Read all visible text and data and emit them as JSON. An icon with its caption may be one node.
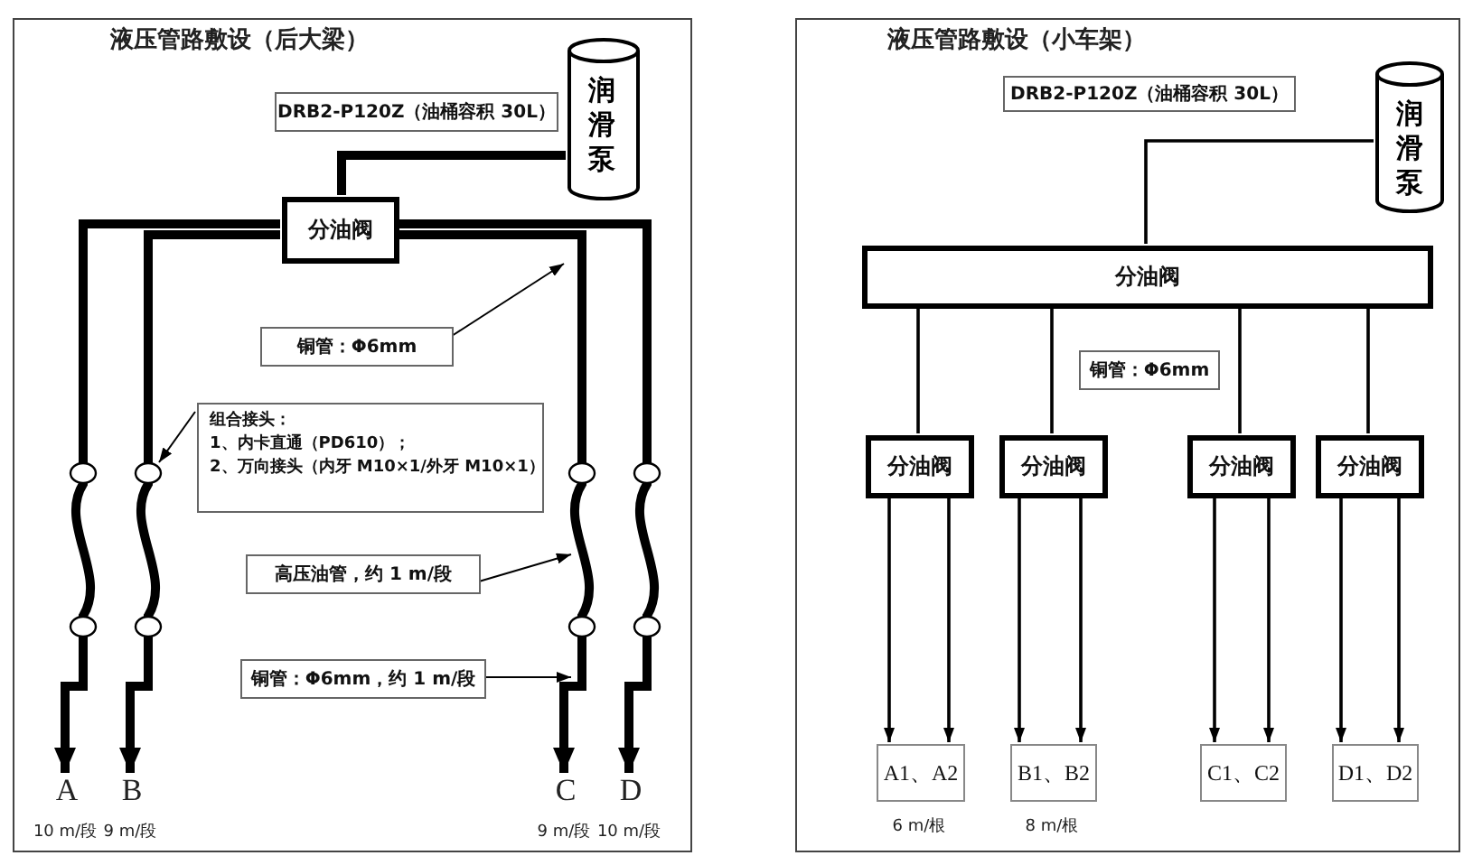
{
  "diagram": {
    "nodes": [
      {
        "text": [
          "液压管路敷设（后大梁）"
        ]
      },
      {
        "text": [
          "DRB2-P120Z（油桶容积 30L）"
        ],
        "in": 0
      },
      {
        "text": [
          "润滑泵"
        ],
        "in": 0
      },
      {
        "text": [
          "分油阀"
        ],
        "in": 0
      },
      {
        "text": [
          "铜管：Φ6mm"
        ],
        "in": 0
      },
      {
        "text": [
          "组合接头：",
          "1、内卡直通（PD610）；",
          "2、万向接头（内牙 M10×1/外牙 M10×1）"
        ],
        "in": 0
      },
      {
        "text": [
          "高压油管，约 1 m/段"
        ],
        "in": 0
      },
      {
        "text": [
          "铜管：Φ6mm，约 1 m/段"
        ],
        "in": 0
      },
      {
        "text": [
          "A"
        ],
        "beside": [
          "10 m/段"
        ],
        "in": 0
      },
      {
        "text": [
          "B"
        ],
        "beside": [
          "9 m/段"
        ],
        "in": 0
      },
      {
        "text": [
          "C"
        ],
        "beside": [
          "9 m/段"
        ],
        "in": 0
      },
      {
        "text": [
          "D"
        ],
        "beside": [
          "10 m/段"
        ],
        "in": 0
      },
      {
        "text": [
          "液压管路敷设（小车架）"
        ]
      },
      {
        "text": [
          "DRB2-P120Z（油桶容积 30L）"
        ],
        "in": 12
      },
      {
        "text": [
          "润滑泵"
        ],
        "in": 12
      },
      {
        "text": [
          "分油阀"
        ],
        "in": 12
      },
      {
        "text": [
          "铜管：Φ6mm"
        ],
        "in": 12
      },
      {
        "text": [
          "分油阀"
        ],
        "in": 12
      },
      {
        "text": [
          "分油阀"
        ],
        "in": 12
      },
      {
        "text": [
          "分油阀"
        ],
        "in": 12
      },
      {
        "text": [
          "分油阀"
        ],
        "in": 12
      },
      {
        "text": [
          "A1、A2"
        ],
        "beside": [
          "6 m/根"
        ],
        "in": 12
      },
      {
        "text": [
          "B1、B2"
        ],
        "beside": [
          "8 m/根"
        ],
        "in": 12
      },
      {
        "text": [
          "C1、C2"
        ],
        "in": 12
      },
      {
        "text": [
          "D1、D2"
        ],
        "in": 12
      }
    ],
    "edges": [
      {
        "from": 2,
        "to": 3,
        "arrow": "none",
        "style": "thick"
      },
      {
        "from": 3,
        "to": 8,
        "arrow": "to",
        "style": "thick"
      },
      {
        "from": 3,
        "to": 9,
        "arrow": "to",
        "style": "thick"
      },
      {
        "from": 3,
        "to": 10,
        "arrow": "to",
        "style": "thick"
      },
      {
        "from": 3,
        "to": 11,
        "arrow": "to",
        "style": "thick"
      },
      {
        "from": 4,
        "to": null,
        "arrow": "to"
      },
      {
        "from": 5,
        "to": null,
        "arrow": "to"
      },
      {
        "from": 6,
        "to": null,
        "arrow": "to"
      },
      {
        "from": 7,
        "to": null,
        "arrow": "to"
      },
      {
        "from": 14,
        "to": 15,
        "arrow": "none"
      },
      {
        "from": 15,
        "to": 17,
        "arrow": "none"
      },
      {
        "from": 15,
        "to": 18,
        "arrow": "none"
      },
      {
        "from": 15,
        "to": 19,
        "arrow": "none"
      },
      {
        "from": 15,
        "to": 20,
        "arrow": "none"
      },
      {
        "from": 17,
        "to": 21,
        "arrow": "to"
      },
      {
        "from": 17,
        "to": 21,
        "arrow": "to"
      },
      {
        "from": 18,
        "to": 22,
        "arrow": "to"
      },
      {
        "from": 18,
        "to": 22,
        "arrow": "to"
      },
      {
        "from": 19,
        "to": 23,
        "arrow": "to"
      },
      {
        "from": 19,
        "to": 23,
        "arrow": "to"
      },
      {
        "from": 20,
        "to": 24,
        "arrow": "to"
      },
      {
        "from": 20,
        "to": 24,
        "arrow": "to"
      }
    ]
  }
}
